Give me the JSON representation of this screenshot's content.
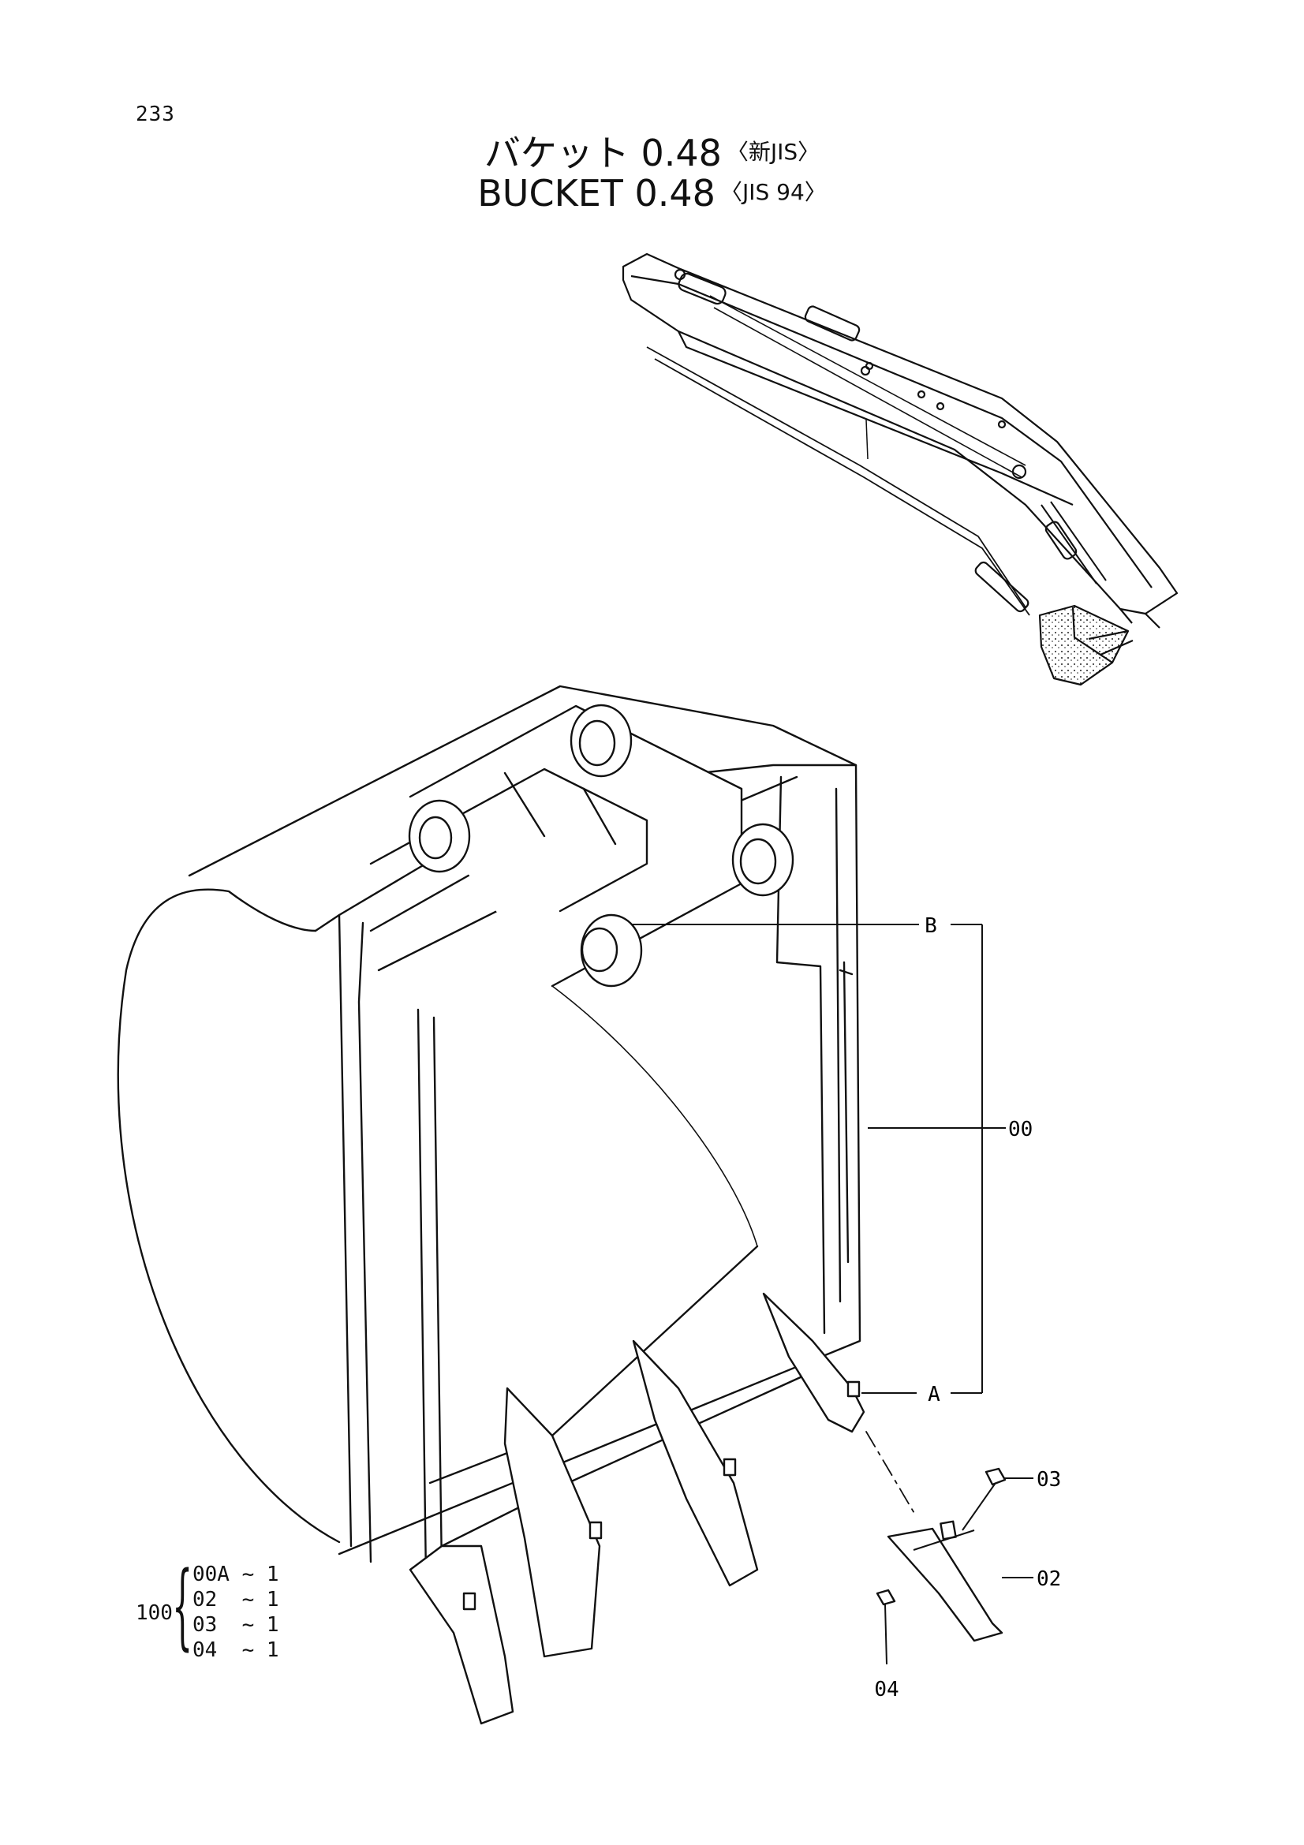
{
  "page_number": "233",
  "title": {
    "jp_main": "バケット 0.48",
    "jp_bracket": "〈新JIS〉",
    "en_main": "BUCKET 0.48",
    "en_bracket": "〈JIS 94〉"
  },
  "callouts": {
    "b": "B",
    "main": "00",
    "a": "A",
    "pin": "03",
    "tooth": "02",
    "lock": "04"
  },
  "assembly": {
    "qty": "100",
    "lines": [
      "00A ~ 1",
      "02  ~ 1",
      "03  ~ 1",
      "04  ~ 1"
    ]
  }
}
